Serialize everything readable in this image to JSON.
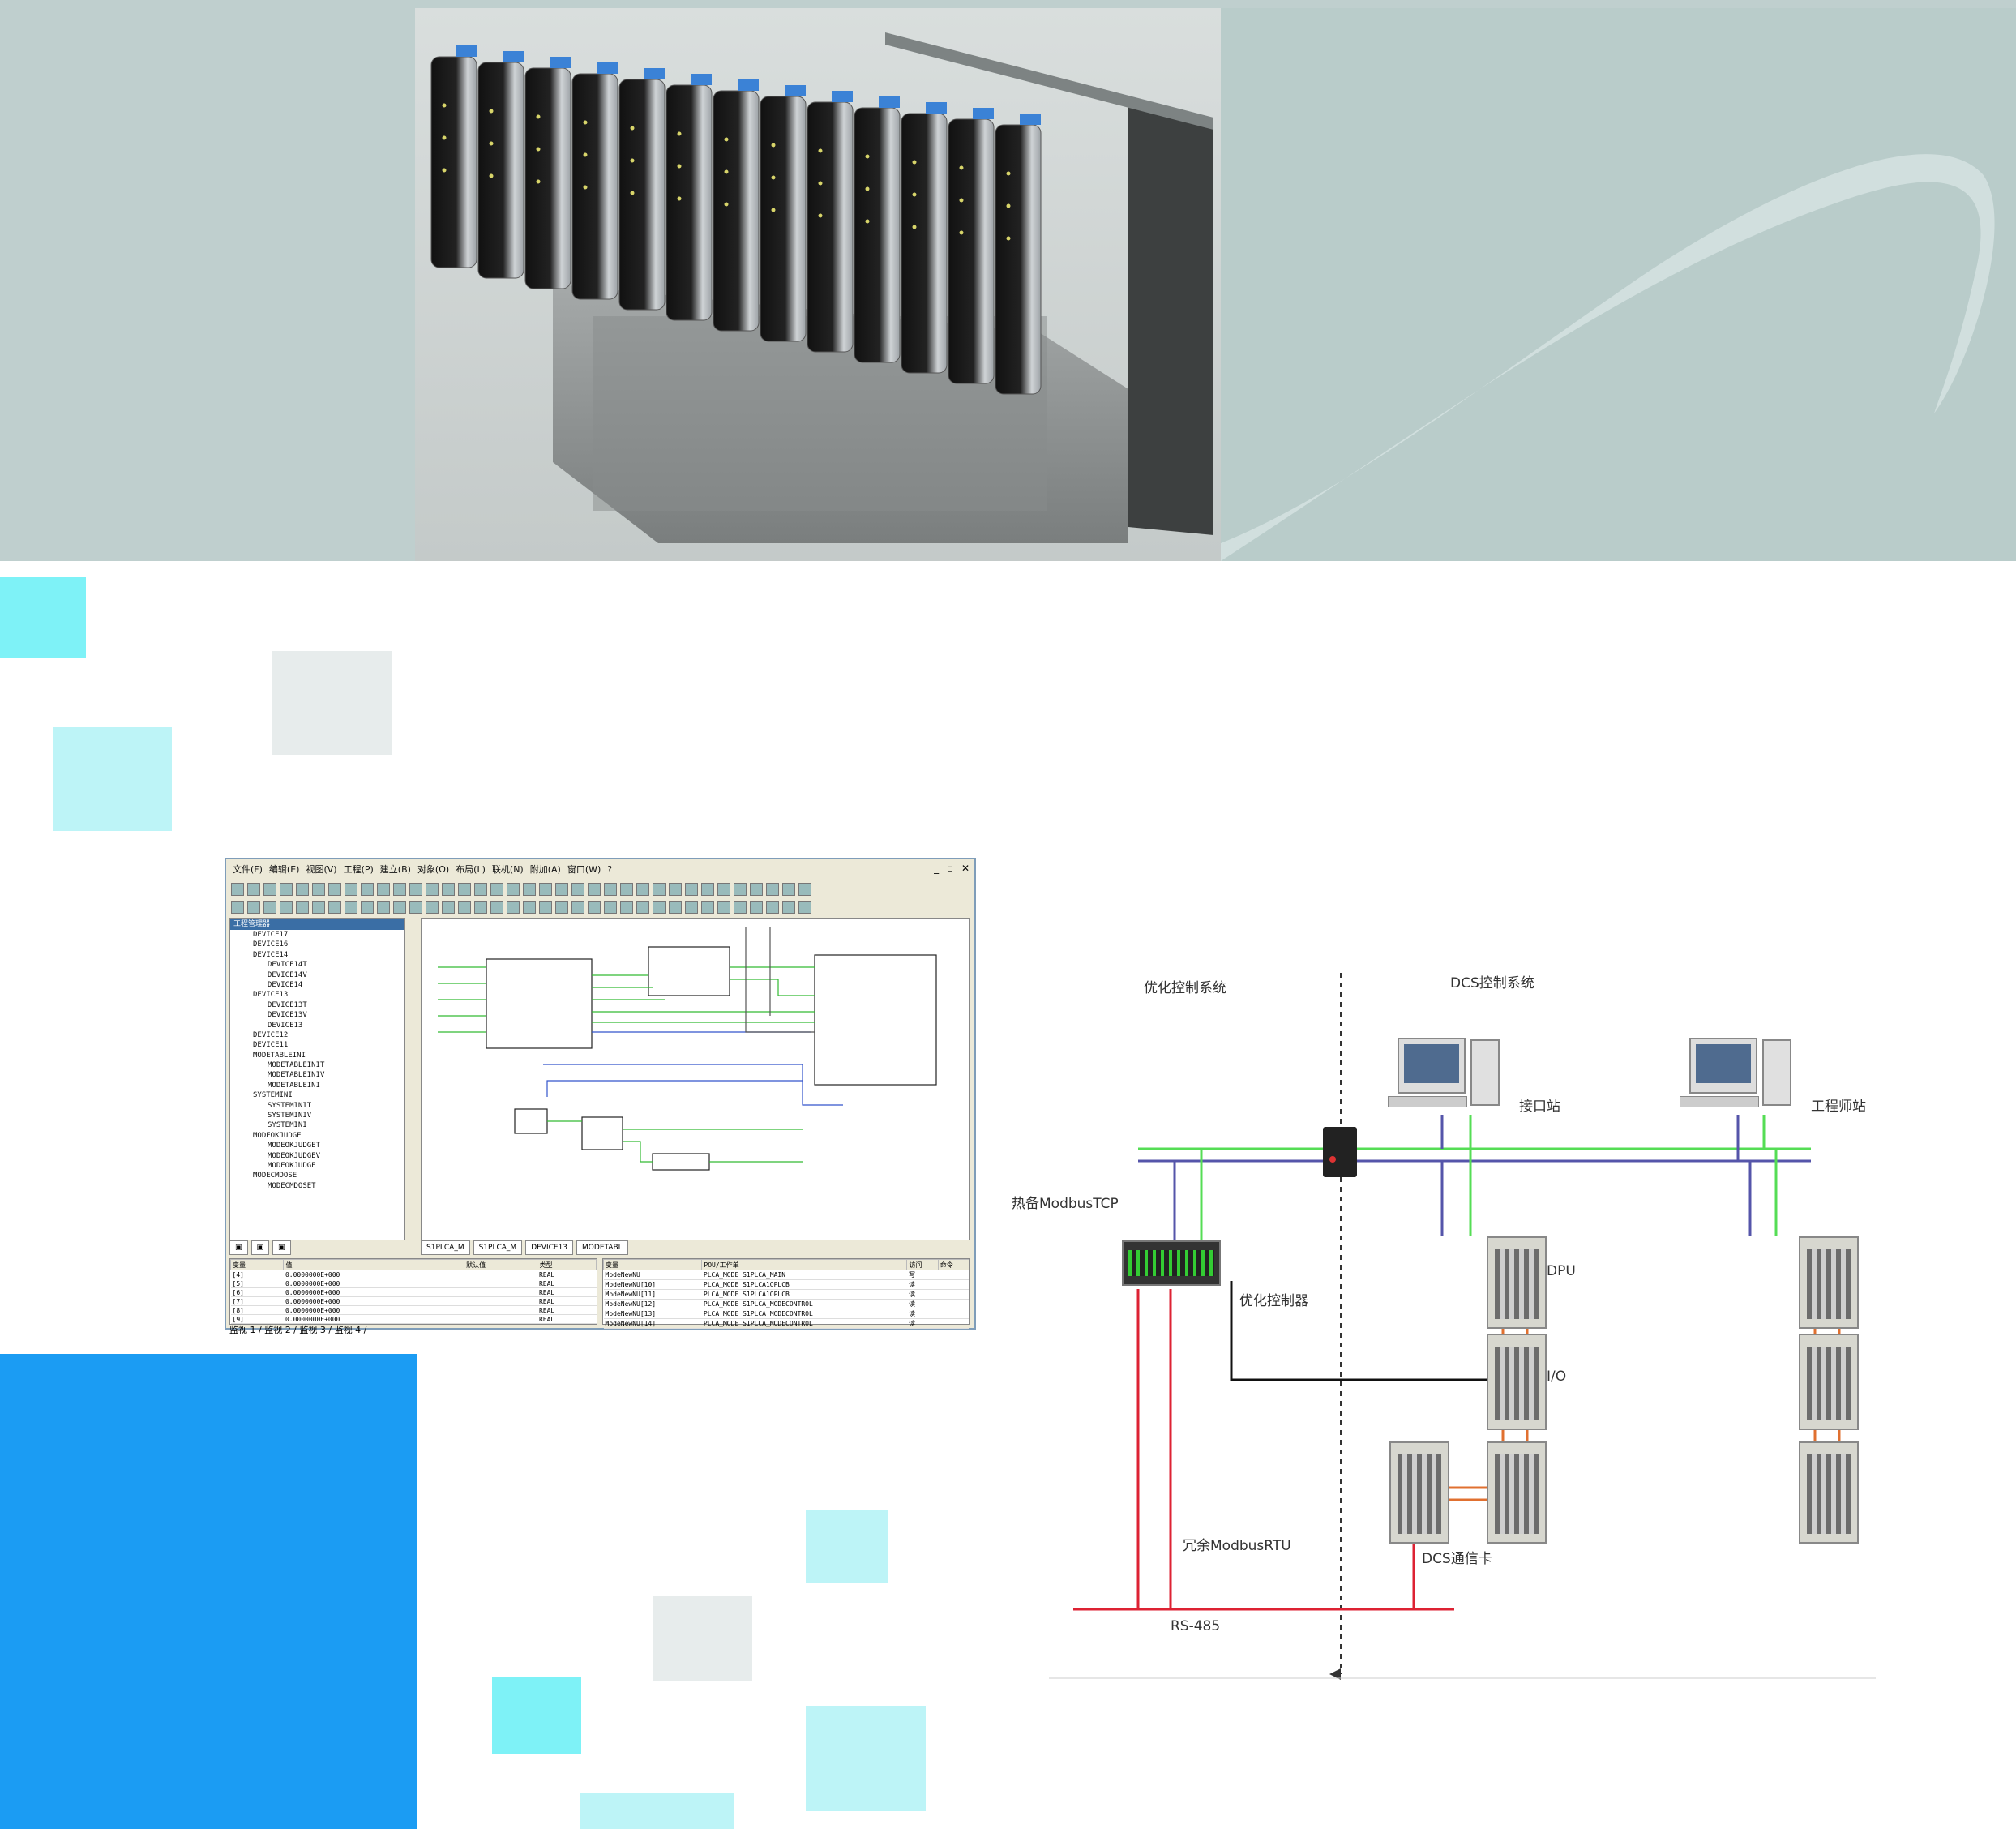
{
  "colors": {
    "banner_bg": "#bfcfce",
    "square_cyan": "#7ef2f7",
    "square_light_cyan": "#bdf4f7",
    "square_gray": "#e7ecec",
    "square_blue": "#1b9cf3",
    "network_green": "#55dd55",
    "network_blue": "#5555aa",
    "rs485_red": "#dd2233",
    "line_black": "#111111"
  },
  "hero": {
    "photo_icon": "plc-io-module-rack-photo"
  },
  "ide": {
    "menu": [
      "文件(F)",
      "编辑(E)",
      "视图(V)",
      "工程(P)",
      "建立(B)",
      "对象(O)",
      "布局(L)",
      "联机(N)",
      "附加(A)",
      "窗口(W)",
      "?"
    ],
    "window_controls": [
      "_",
      "▫",
      "✕"
    ],
    "tree_title": "工程管理器",
    "tree_items": [
      "DEVICE17",
      "DEVICE16",
      "DEVICE14",
      "DEVICE14T",
      "DEVICE14V",
      "DEVICE14",
      "DEVICE13",
      "DEVICE13T",
      "DEVICE13V",
      "DEVICE13",
      "DEVICE12",
      "DEVICE11",
      "MODETABLEINI",
      "MODETABLEINIT",
      "MODETABLEINIV",
      "MODETABLEINI",
      "SYSTEMINI",
      "SYSTEMINIT",
      "SYSTEMINIV",
      "SYSTEMINI",
      "MODEOKJUDGE",
      "MODEOKJUDGET",
      "MODEOKJUDGEV",
      "MODEOKJUDGE",
      "MODECMDOSE",
      "MODECMDOSET"
    ],
    "editor_tabs": [
      "S1PLCA_M",
      "S1PLCA_M",
      "DEVICE13",
      "MODETABL"
    ],
    "left_grid": {
      "headers": [
        "变量",
        "值",
        "默认值",
        "类型"
      ],
      "rows": [
        [
          "[4]",
          "0.0000000E+000",
          "",
          "REAL"
        ],
        [
          "[5]",
          "0.0000000E+000",
          "",
          "REAL"
        ],
        [
          "[6]",
          "0.0000000E+000",
          "",
          "REAL"
        ],
        [
          "[7]",
          "0.0000000E+000",
          "",
          "REAL"
        ],
        [
          "[8]",
          "0.0000000E+000",
          "",
          "REAL"
        ],
        [
          "[9]",
          "0.0000000E+000",
          "",
          "REAL"
        ]
      ]
    },
    "right_grid": {
      "headers": [
        "变量",
        "POU/工作单",
        "访问",
        "命令"
      ],
      "rows": [
        [
          "ModeNewNU",
          "PLCA_MODE S1PLCA_MAIN",
          "写",
          ""
        ],
        [
          "ModeNewNU[10]",
          "PLCA_MODE S1PLCA1OPLCB",
          "读",
          ""
        ],
        [
          "ModeNewNU[11]",
          "PLCA_MODE S1PLCA1OPLCB",
          "读",
          ""
        ],
        [
          "ModeNewNU[12]",
          "PLCA_MODE S1PLCA_MODECONTROL",
          "读",
          ""
        ],
        [
          "ModeNewNU[13]",
          "PLCA_MODE S1PLCA_MODECONTROL",
          "读",
          ""
        ],
        [
          "ModeNewNU[14]",
          "PLCA_MODE S1PLCA_MODECONTROL",
          "读",
          ""
        ]
      ]
    },
    "watch_tabs": "监视 1 / 监视 2 / 监视 3 / 监视 4 /"
  },
  "diagram": {
    "label_opt_system": "优化控制系统",
    "label_dcs_system": "DCS控制系统",
    "label_interface_station": "接口站",
    "label_engineer_station": "工程师站",
    "label_hot_standby": "热备ModbusTCP",
    "label_optimizer": "优化控制器",
    "label_dpu": "DPU",
    "label_io": "I/O",
    "label_redundant": "冗余ModbusRTU",
    "label_dcs_card": "DCS通信卡",
    "label_rs485": "RS-485"
  }
}
